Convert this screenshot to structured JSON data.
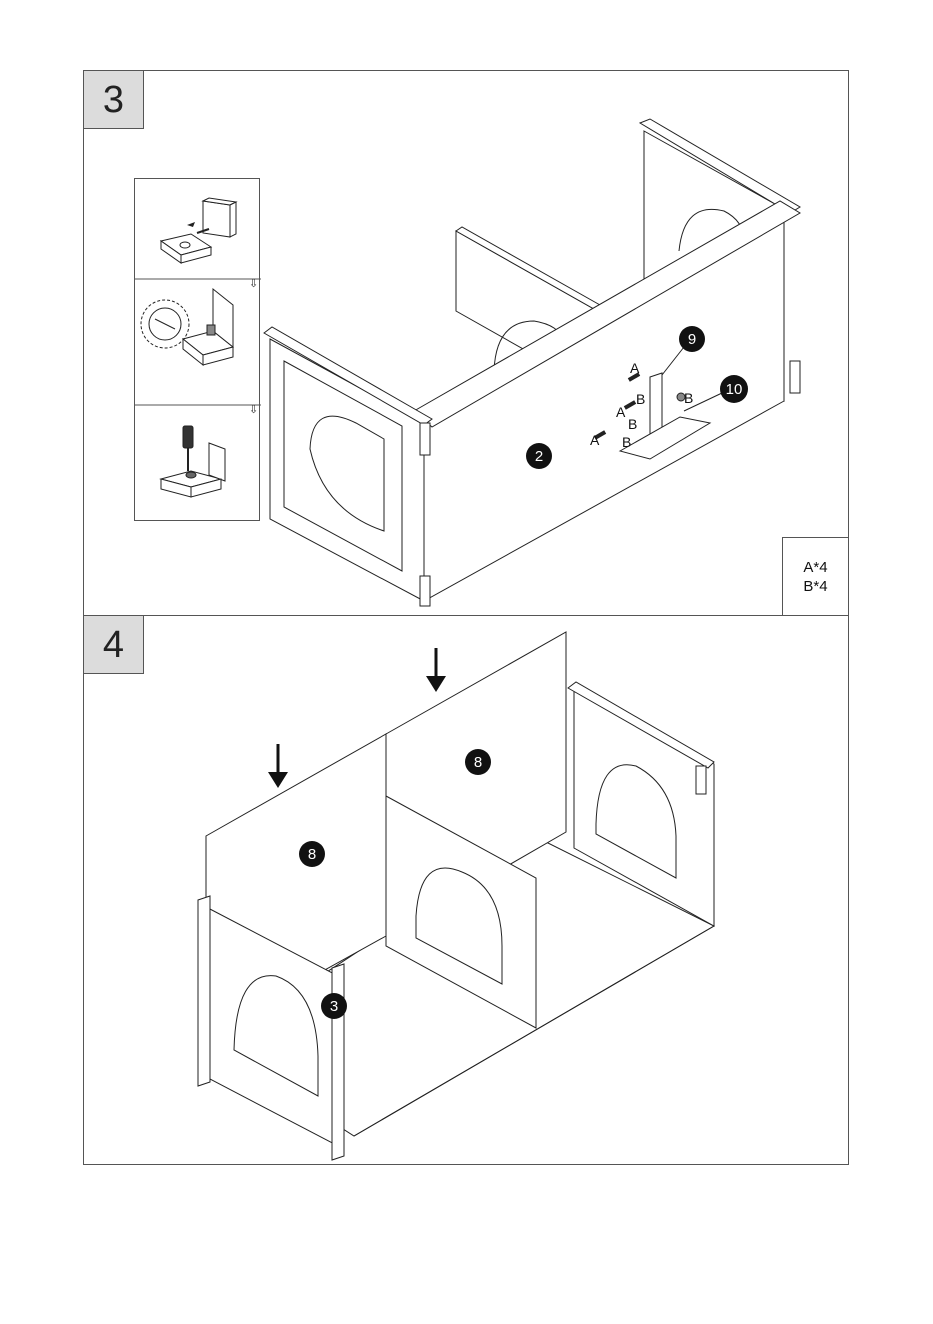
{
  "steps": [
    {
      "number": "3",
      "callouts": {
        "part_9": "9",
        "part_10": "10",
        "part_2": "2"
      },
      "hardware_labels": {
        "a": "A",
        "b": "B"
      },
      "quantities": {
        "a": "A*4",
        "b": "B*4"
      }
    },
    {
      "number": "4",
      "callouts": {
        "part_8_left": "8",
        "part_8_right": "8",
        "part_3": "3"
      }
    }
  ]
}
